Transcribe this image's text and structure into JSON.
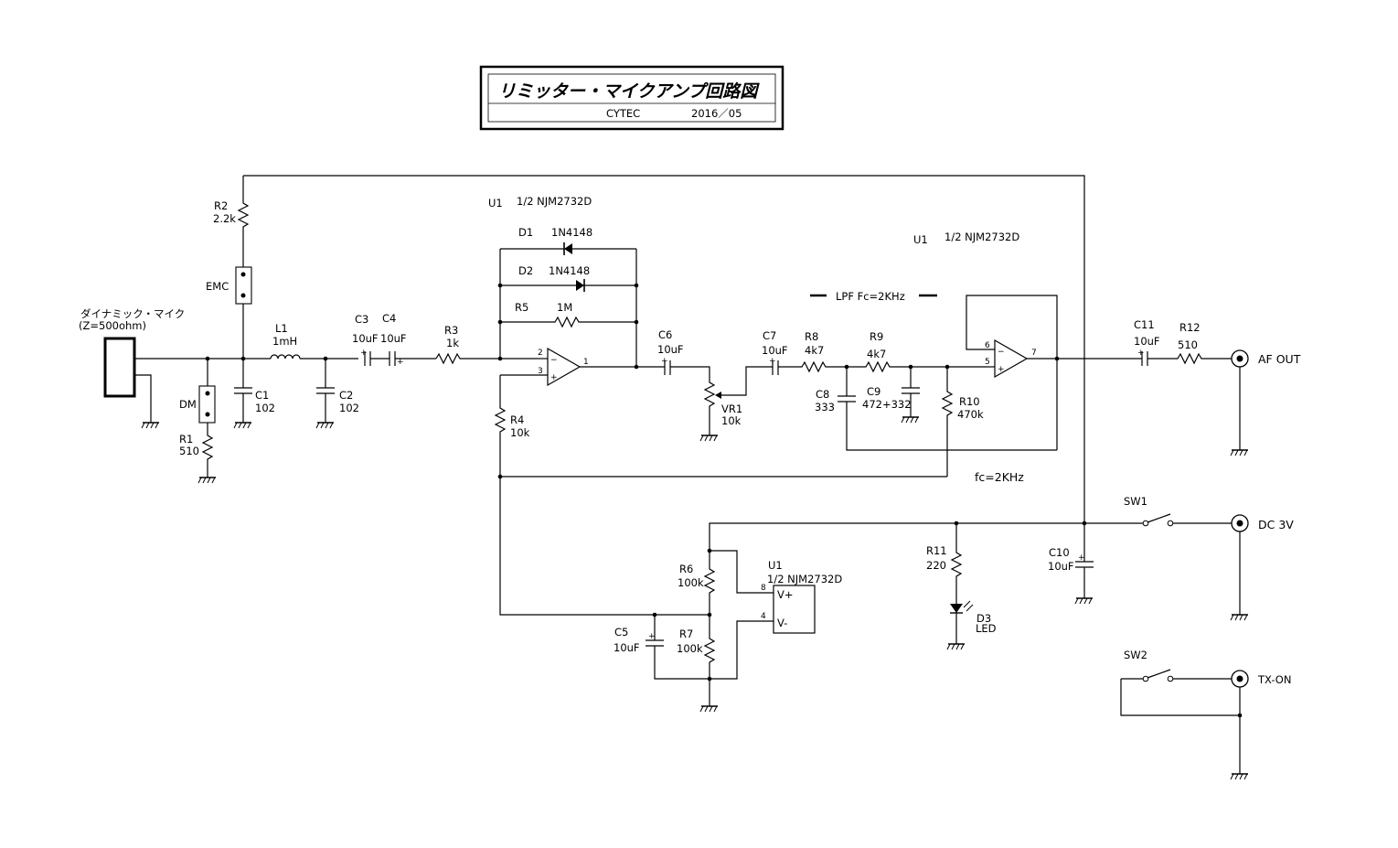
{
  "title_block": {
    "title": "リミッター・マイクアンプ回路図",
    "company": "CYTEC",
    "date": "2016／05"
  },
  "mic": {
    "label": "ダイナミック・マイク",
    "impedance": "(Z=500ohm)"
  },
  "components": {
    "R1": {
      "ref": "R1",
      "value": "510"
    },
    "R2": {
      "ref": "R2",
      "value": "2.2k"
    },
    "R3": {
      "ref": "R3",
      "value": "1k"
    },
    "R4": {
      "ref": "R4",
      "value": "10k"
    },
    "R5": {
      "ref": "R5",
      "value": "1M"
    },
    "R6": {
      "ref": "R6",
      "value": "100k"
    },
    "R7": {
      "ref": "R7",
      "value": "100k"
    },
    "R8": {
      "ref": "R8",
      "value": "4k7"
    },
    "R9": {
      "ref": "R9",
      "value": "4k7"
    },
    "R10": {
      "ref": "R10",
      "value": "470k"
    },
    "R11": {
      "ref": "R11",
      "value": "220"
    },
    "R12": {
      "ref": "R12",
      "value": "510"
    },
    "C1": {
      "ref": "C1",
      "value": "102"
    },
    "C2": {
      "ref": "C2",
      "value": "102"
    },
    "C3": {
      "ref": "C3",
      "value": "10uF"
    },
    "C4": {
      "ref": "C4",
      "value": "10uF"
    },
    "C5": {
      "ref": "C5",
      "value": "10uF"
    },
    "C6": {
      "ref": "C6",
      "value": "10uF"
    },
    "C7": {
      "ref": "C7",
      "value": "10uF"
    },
    "C8": {
      "ref": "C8",
      "value": "333"
    },
    "C9": {
      "ref": "C9",
      "value": "472+332"
    },
    "C10": {
      "ref": "C10",
      "value": "10uF"
    },
    "C11": {
      "ref": "C11",
      "value": "10uF"
    },
    "L1": {
      "ref": "L1",
      "value": "1mH"
    },
    "D1": {
      "ref": "D1",
      "value": "1N4148"
    },
    "D2": {
      "ref": "D2",
      "value": "1N4148"
    },
    "D3": {
      "ref": "D3",
      "value": "LED"
    },
    "VR1": {
      "ref": "VR1",
      "value": "10k"
    },
    "EMC": {
      "ref": "EMC"
    },
    "DM": {
      "ref": "DM"
    },
    "SW1": {
      "ref": "SW1"
    },
    "SW2": {
      "ref": "SW2"
    }
  },
  "ics": {
    "u1a": {
      "ref": "U1",
      "part": "1/2 NJM2732D"
    },
    "u1b": {
      "ref": "U1",
      "part": "1/2 NJM2732D"
    },
    "u1p": {
      "ref": "U1",
      "part": "1/2 NJM2732D"
    }
  },
  "pins": {
    "a_in_minus": "2",
    "a_in_plus": "3",
    "a_out": "1",
    "b_in_minus": "6",
    "b_in_plus": "5",
    "b_out": "7",
    "p_vplus": "8",
    "p_vminus": "4",
    "vplus_label": "V+",
    "vminus_label": "V-"
  },
  "annotations": {
    "lpf": "LPF  Fc=2KHz",
    "fc": "fc=2KHz"
  },
  "connectors": {
    "af_out": "AF  OUT",
    "dc": "DC  3V",
    "tx": "TX-ON"
  }
}
